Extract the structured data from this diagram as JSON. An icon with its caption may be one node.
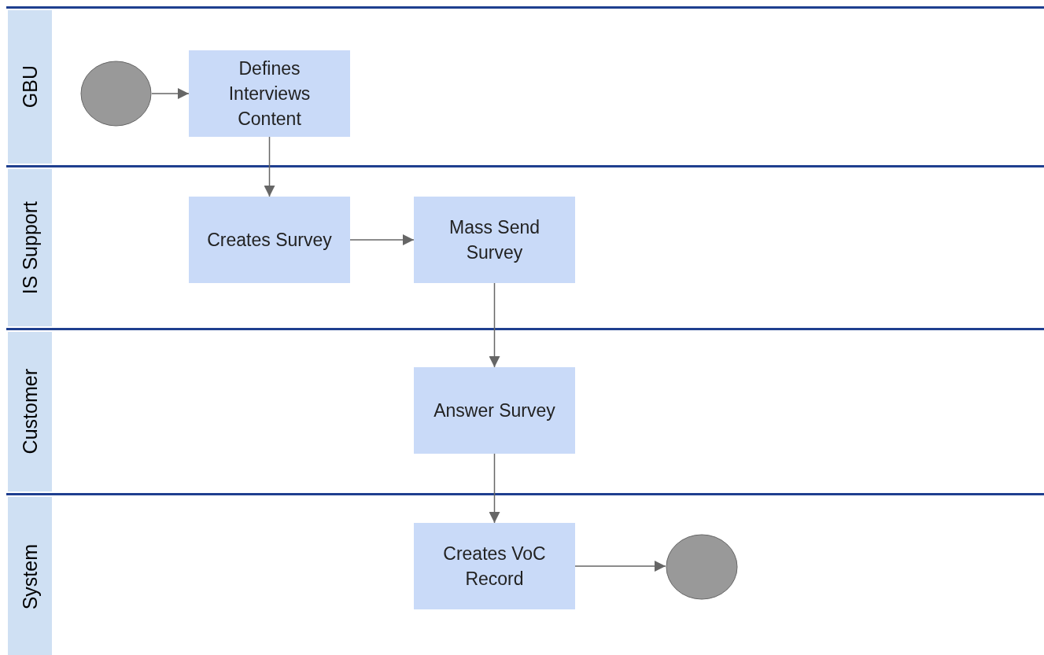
{
  "diagram": {
    "nodes": [
      {
        "text": [
          "GBU"
        ]
      },
      {
        "text": [],
        "shape": "circle",
        "in": 0
      },
      {
        "text": [
          "Defines Interviews Content"
        ],
        "in": 0
      },
      {
        "text": [
          "IS Support"
        ]
      },
      {
        "text": [
          "Creates Survey"
        ],
        "in": 3
      },
      {
        "text": [
          "Mass Send Survey"
        ],
        "in": 3
      },
      {
        "text": [
          "Customer"
        ]
      },
      {
        "text": [
          "Answer Survey"
        ],
        "in": 6
      },
      {
        "text": [
          "System"
        ]
      },
      {
        "text": [
          "Creates VoC Record"
        ],
        "in": 8
      },
      {
        "text": [],
        "shape": "circle",
        "in": 8
      }
    ],
    "edges": [
      {
        "from": 1,
        "to": 2,
        "arrow": "to"
      },
      {
        "from": 2,
        "to": 4,
        "arrow": "to"
      },
      {
        "from": 4,
        "to": 5,
        "arrow": "to"
      },
      {
        "from": 5,
        "to": 7,
        "arrow": "to"
      },
      {
        "from": 7,
        "to": 9,
        "arrow": "to"
      },
      {
        "from": 9,
        "to": 10,
        "arrow": "to"
      }
    ]
  }
}
